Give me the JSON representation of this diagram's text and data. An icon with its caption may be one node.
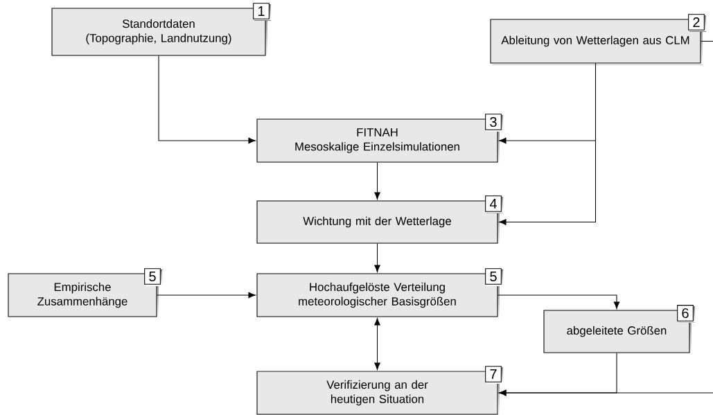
{
  "diagram": {
    "nodes": [
      {
        "text": [
          "Standortdaten (Topographie, Landnutzung)",
          "1"
        ]
      },
      {
        "text": [
          "Ableitung von Wetterlagen aus CLM",
          "2"
        ]
      },
      {
        "text": [
          "FITNAH",
          "Mesoskalige Einzelsimulationen",
          "3"
        ]
      },
      {
        "text": [
          "Wichtung mit der Wetterlage",
          "4"
        ]
      },
      {
        "text": [
          "Empirische Zusammenhänge",
          "5"
        ]
      },
      {
        "text": [
          "Hochaufgelöste Verteilung meteorologischer Basisgrößen",
          "5"
        ]
      },
      {
        "text": [
          "abgeleitete Größen",
          "6"
        ]
      },
      {
        "text": [
          "Verifizierung an der heutigen Situation",
          "7"
        ]
      }
    ],
    "edges": [
      {
        "from": 0,
        "to": 2,
        "arrow": "to"
      },
      {
        "from": 1,
        "to": 2,
        "arrow": "to"
      },
      {
        "from": 1,
        "to": 3,
        "arrow": "to"
      },
      {
        "from": 2,
        "to": 3,
        "arrow": "to"
      },
      {
        "from": 3,
        "to": 5,
        "arrow": "to"
      },
      {
        "from": 4,
        "to": 5,
        "arrow": "to"
      },
      {
        "from": 5,
        "to": 6,
        "arrow": "to"
      },
      {
        "from": 5,
        "to": 7,
        "arrow": "both"
      },
      {
        "from": 6,
        "to": 7,
        "arrow": "to"
      },
      {
        "from": 1,
        "to": 7,
        "arrow": "to"
      }
    ]
  }
}
